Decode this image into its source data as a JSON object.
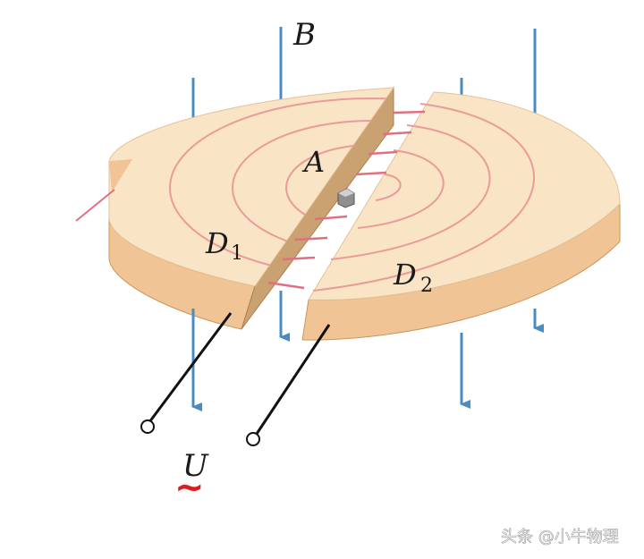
{
  "labels": {
    "field": "B",
    "center": "A",
    "dee_left": {
      "letter": "D",
      "sub": "1"
    },
    "dee_right": {
      "letter": "D",
      "sub": "2"
    },
    "voltage": "U",
    "ac_symbol": "~"
  },
  "watermark": "头条 @小牛物理",
  "colors": {
    "disk_top": "#f9e4c6",
    "disk_side": "#f1c496",
    "gap_wall": "#caa170",
    "field_line": "#4a8cc2",
    "orbit": "#eb9a9a",
    "beam": "#e06f80",
    "wire": "#111111",
    "ac_symbol": "#d61f1f"
  }
}
